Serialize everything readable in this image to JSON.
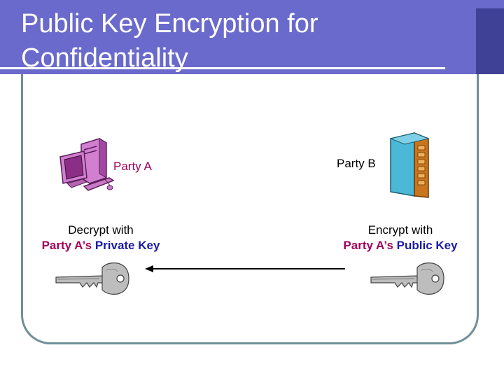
{
  "slide": {
    "title": "Public Key Encryption for Confidentiality"
  },
  "party_a": {
    "label": "Party A",
    "icon": "computer-icon",
    "action": "Decrypt with",
    "key_owner": "Party A’s",
    "key_type": "Private Key"
  },
  "party_b": {
    "label": "Party B",
    "icon": "server-icon",
    "action": "Encrypt with",
    "key_owner": "Party A’s",
    "key_type": "Public Key"
  },
  "colors": {
    "title_bar": "#6a6acc",
    "party_label": "#a0005a",
    "key_type": "#1a1aa8",
    "frame": "#6f8f9a"
  }
}
